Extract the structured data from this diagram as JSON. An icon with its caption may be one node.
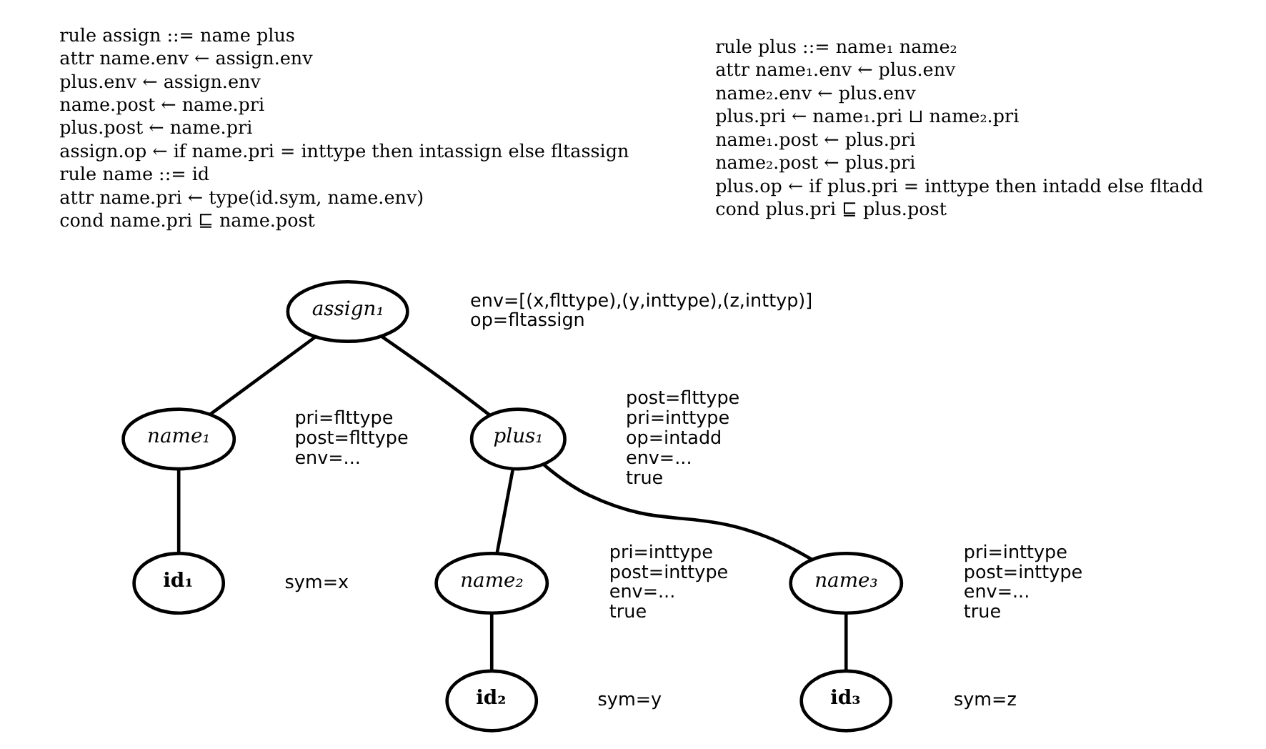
{
  "diagram": {
    "nodes": [
      {
        "text": [
          "assign₁"
        ],
        "beside": [
          "env=[(x,flttype),(y,inttype),(z,inttyp)]",
          "op=fltassign"
        ]
      },
      {
        "text": [
          "name₁"
        ],
        "beside": [
          "pri=flttype",
          "post=flttype",
          "env=..."
        ]
      },
      {
        "text": [
          "plus₁"
        ],
        "beside": [
          "post=flttype",
          "pri=inttype",
          "op=intadd",
          "env=...",
          "true"
        ]
      },
      {
        "text": [
          "id₁"
        ],
        "beside": [
          "sym=x"
        ]
      },
      {
        "text": [
          "name₂"
        ],
        "beside": [
          "pri=inttype",
          "post=inttype",
          "env=...",
          "true"
        ]
      },
      {
        "text": [
          "name₃"
        ],
        "beside": [
          "pri=inttype",
          "post=inttype",
          "env=...",
          "true"
        ]
      },
      {
        "text": [
          "id₂"
        ],
        "beside": [
          "sym=y"
        ]
      },
      {
        "text": [
          "id₃"
        ],
        "beside": [
          "sym=z"
        ]
      }
    ],
    "edges": [
      {
        "from": 0,
        "to": 1,
        "arrow": "none"
      },
      {
        "from": 0,
        "to": 2,
        "arrow": "none"
      },
      {
        "from": 1,
        "to": 3,
        "arrow": "none"
      },
      {
        "from": 2,
        "to": 4,
        "arrow": "none"
      },
      {
        "from": 2,
        "to": 5,
        "arrow": "none"
      },
      {
        "from": 4,
        "to": 6,
        "arrow": "none"
      },
      {
        "from": 5,
        "to": 7,
        "arrow": "none"
      }
    ],
    "labels": [
      "rule assign ::= name plus",
      "attr name.env ← assign.env",
      "plus.env ← assign.env",
      "name.post ← name.pri",
      "plus.post ← name.pri",
      "assign.op ← if name.pri = inttype then intassign else fltassign",
      "rule name ::= id",
      "attr name.pri ← type(id.sym, name.env)",
      "cond name.pri ⊑ name.post",
      "rule plus ::= name₁ name₂",
      "attr name₁.env ← plus.env",
      "name₂.env ← plus.env",
      "plus.pri ← name₁.pri ⊔ name₂.pri",
      "name₁.post ← plus.pri",
      "name₂.post ← plus.pri",
      "plus.op ← if plus.pri = inttype then intadd else fltadd",
      "cond plus.pri ⊑ plus.post"
    ]
  }
}
